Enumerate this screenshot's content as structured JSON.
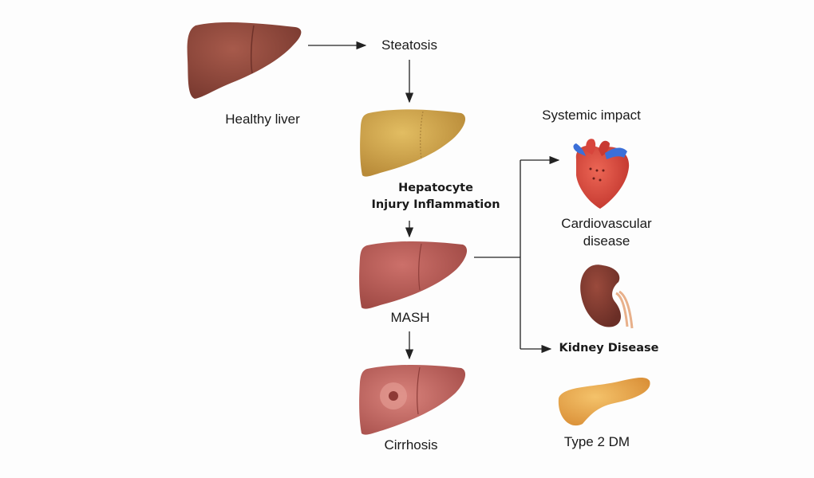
{
  "stages": {
    "healthy": "Healthy liver",
    "steatosis": "Steatosis",
    "hepatocyte_line1": "Hepatocyte",
    "hepatocyte_line2": "Injury Inflammation",
    "mash": "MASH",
    "cirrhosis": "Cirrhosis"
  },
  "systemic": {
    "title": "Systemic impact",
    "cardio_line1": "Cardiovascular",
    "cardio_line2": "disease",
    "kidney": "Kidney Disease",
    "diabetes": "Type 2 DM"
  },
  "colors": {
    "healthy_liver": "#8e4a3e",
    "fatty_liver": "#d4a84e",
    "mash_liver": "#b85a55",
    "cirrhosis_liver": "#c0605c",
    "heart": "#d8453c",
    "kidney": "#7e3a30",
    "pancreas": "#eaa64a"
  }
}
